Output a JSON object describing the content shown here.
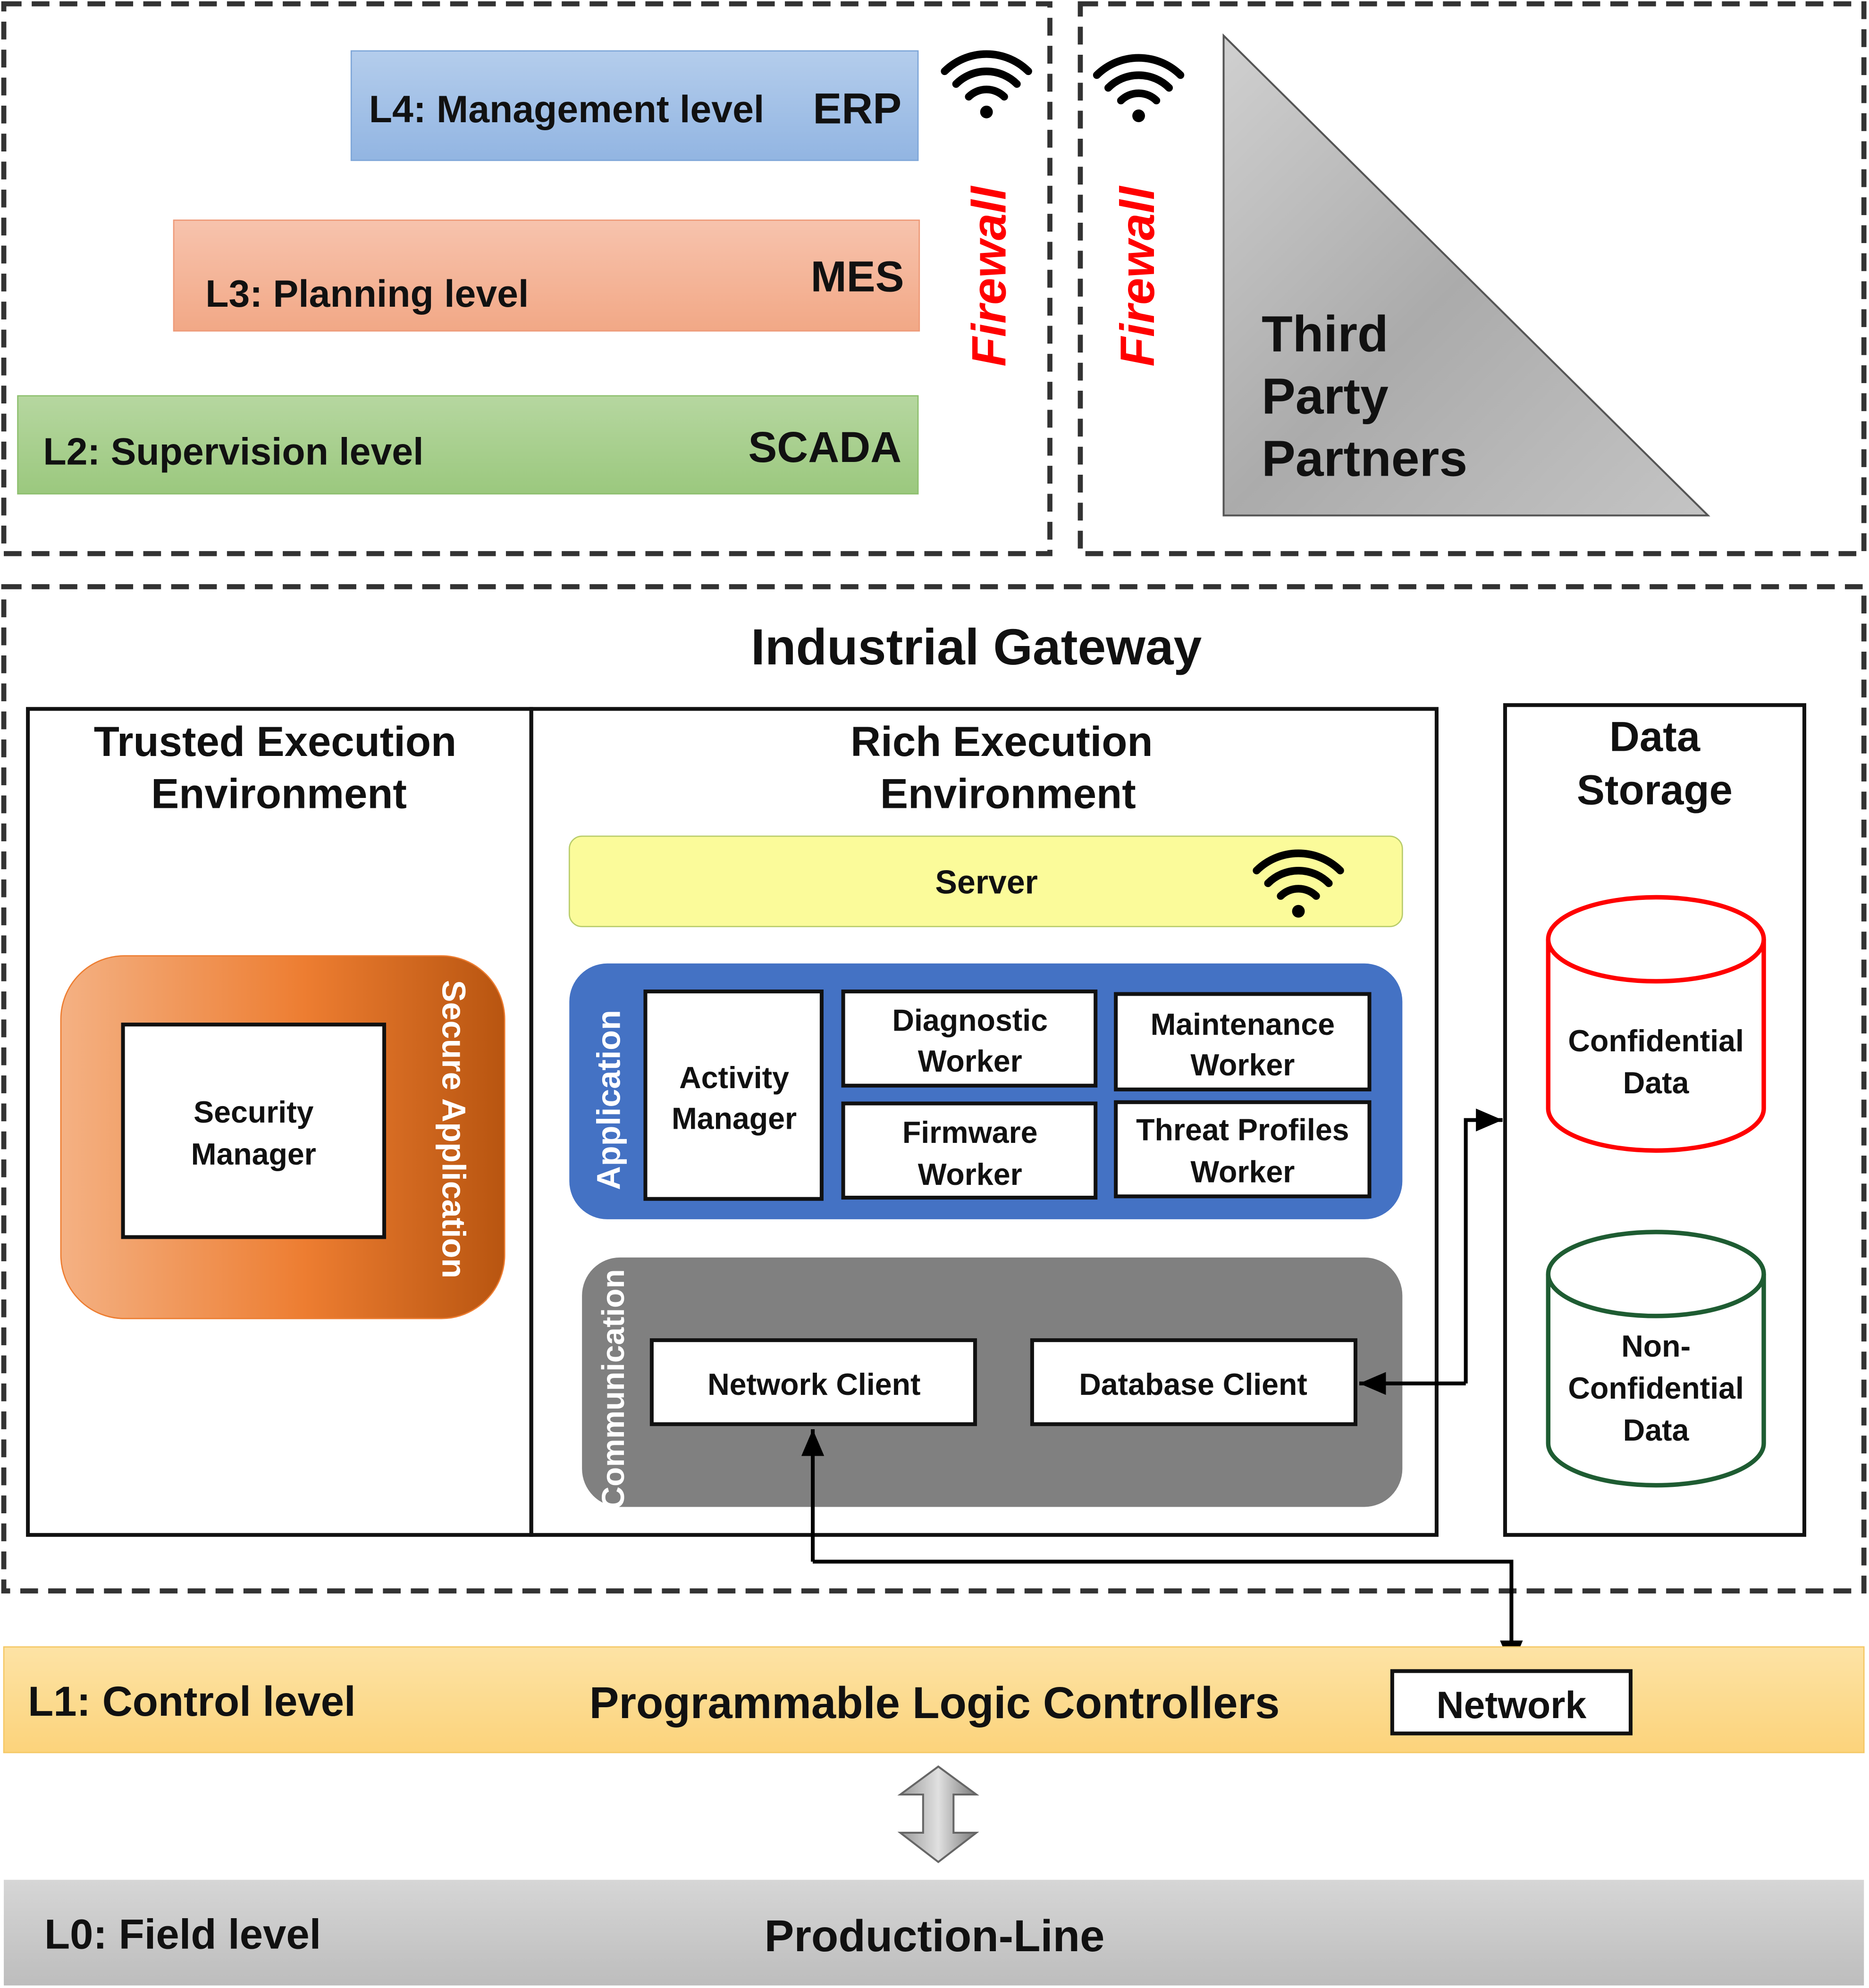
{
  "levels": {
    "l4": {
      "label": "L4: Management level",
      "system": "ERP",
      "color": "#a9c6ea"
    },
    "l3": {
      "label": "L3: Planning level",
      "system": "MES",
      "color": "#f4b69b"
    },
    "l2": {
      "label": "L2: Supervision level",
      "system": "SCADA",
      "color": "#a9d18e"
    },
    "l1": {
      "label": "L1: Control level",
      "system": "Programmable Logic Controllers",
      "network": "Network",
      "color": "#fdd98a"
    },
    "l0": {
      "label": "L0: Field level",
      "system": "Production-Line",
      "color": "#c9c9c9"
    }
  },
  "firewall_left": "Firewall",
  "firewall_right": "Firewall",
  "firewall_color": "#ff0000",
  "third_party": {
    "line1": "Third",
    "line2": "Party",
    "line3": "Partners"
  },
  "gateway": {
    "title": "Industrial Gateway",
    "tee": {
      "title1": "Trusted Execution",
      "title2": "Environment",
      "secure_app": "Secure Application",
      "security_manager1": "Security",
      "security_manager2": "Manager"
    },
    "ree": {
      "title1": "Rich Execution",
      "title2": "Environment",
      "server": "Server",
      "application": "Application",
      "activity_manager1": "Activity",
      "activity_manager2": "Manager",
      "diagnostic1": "Diagnostic",
      "diagnostic2": "Worker",
      "maintenance1": "Maintenance",
      "maintenance2": "Worker",
      "firmware1": "Firmware",
      "firmware2": "Worker",
      "threat1": "Threat Profiles",
      "threat2": "Worker",
      "communication": "Communication",
      "network_client": "Network Client",
      "database_client": "Database Client"
    },
    "storage": {
      "title1": "Data",
      "title2": "Storage",
      "confidential1": "Confidential",
      "confidential2": "Data",
      "nonconf1": "Non-",
      "nonconf2": "Confidential",
      "nonconf3": "Data"
    }
  }
}
